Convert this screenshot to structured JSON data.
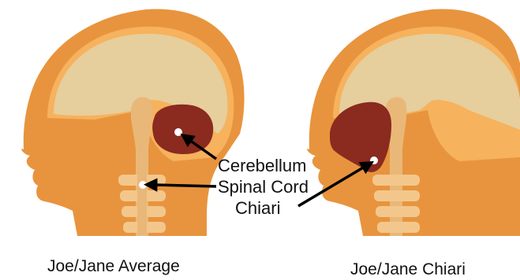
{
  "labels": {
    "cerebellum": "Cerebellum",
    "spinal_cord": "Spinal Cord",
    "chiari": "Chiari"
  },
  "captions": {
    "left": "Joe/Jane Average",
    "right": "Joe/Jane Chiari"
  },
  "colors": {
    "skin": "#E8943E",
    "skin_dark": "#D98530",
    "skull_ring": "#F6B25C",
    "brain": "#E6CE9D",
    "brainstem": "#E9B878",
    "cerebellum": "#8B2A1F",
    "vertebra": "#F3C78B",
    "marker": "#ffffff",
    "arrow": "#000000"
  }
}
